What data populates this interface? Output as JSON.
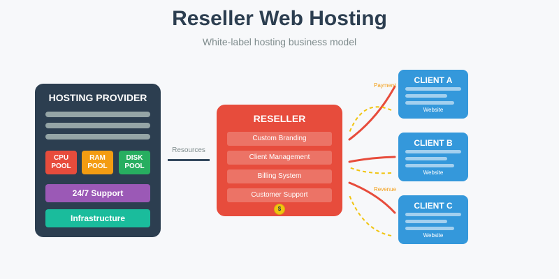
{
  "title": "Reseller Web Hosting",
  "subtitle": "White-label hosting business model",
  "provider": {
    "title": "HOSTING PROVIDER",
    "pools": [
      {
        "label": "CPU\nPOOL",
        "color": "#e74c3c"
      },
      {
        "label": "RAM\nPOOL",
        "color": "#f39c12"
      },
      {
        "label": "DISK\nPOOL",
        "color": "#27ae60"
      }
    ],
    "support_label": "24/7 Support",
    "infrastructure_label": "Infrastructure"
  },
  "resources_label": "Resources",
  "reseller": {
    "title": "RESELLER",
    "services": [
      "Custom Branding",
      "Client Management",
      "Billing System",
      "Customer Support"
    ],
    "coin_symbol": "$"
  },
  "clients": [
    {
      "title": "CLIENT A",
      "footer": "Website"
    },
    {
      "title": "CLIENT B",
      "footer": "Website"
    },
    {
      "title": "CLIENT C",
      "footer": "Website"
    }
  ],
  "flow_labels": {
    "payment": "Payment",
    "revenue": "Revenue"
  },
  "colors": {
    "provider": "#2c3e50",
    "reseller": "#e74c3c",
    "client": "#3498db",
    "flow_line": "#e74c3c",
    "payment_line": "#f1c40f"
  }
}
